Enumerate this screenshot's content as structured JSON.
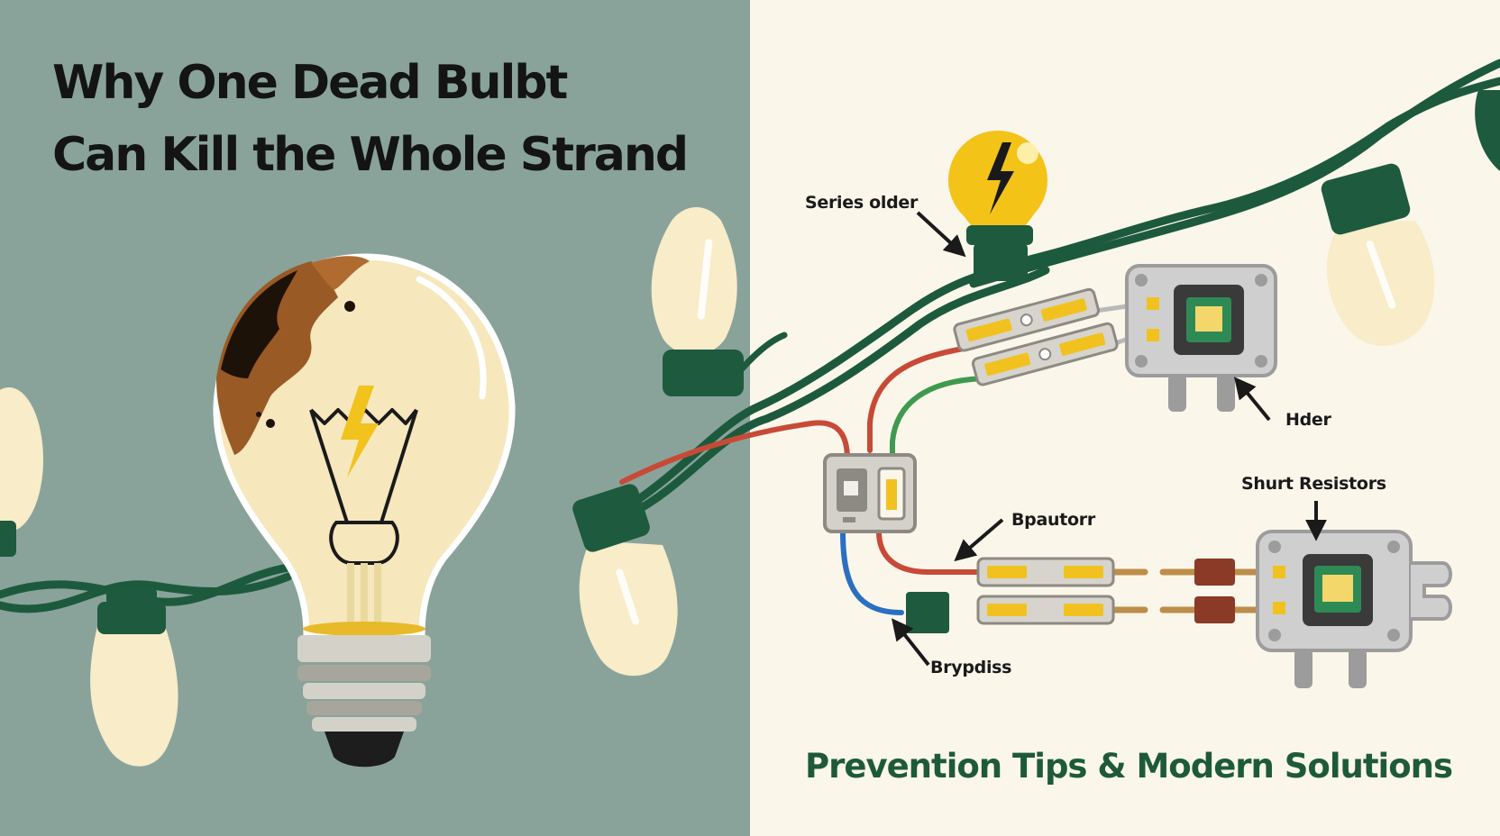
{
  "title": {
    "line1": "Why One Dead Bulbt",
    "line2": "Can Kill the Whole Strand"
  },
  "labels": {
    "series_holder": "Series older",
    "holder": "Hder",
    "shunt_resistors": "Shurt Resistors",
    "capacitor": "Bpautorr",
    "bypass": "Brypdiss"
  },
  "footer": "Prevention Tips & Modern Solutions",
  "colors": {
    "left_panel": "#89a39b",
    "right_panel": "#fbf6ea",
    "wire_green": "#1d5a3d",
    "socket_green": "#1e5a3e",
    "bulb_cream": "#f8ecc9",
    "bulb_yellow": "#f3c318",
    "lightning": "#f2c21d",
    "scorch": "#9a5a25",
    "wire_red": "#c84a36",
    "wire_green_bright": "#3e9a4e",
    "wire_blue": "#2a6fc2",
    "module_gray": "#cfcfcf",
    "footer_text": "#1e5a3a"
  }
}
